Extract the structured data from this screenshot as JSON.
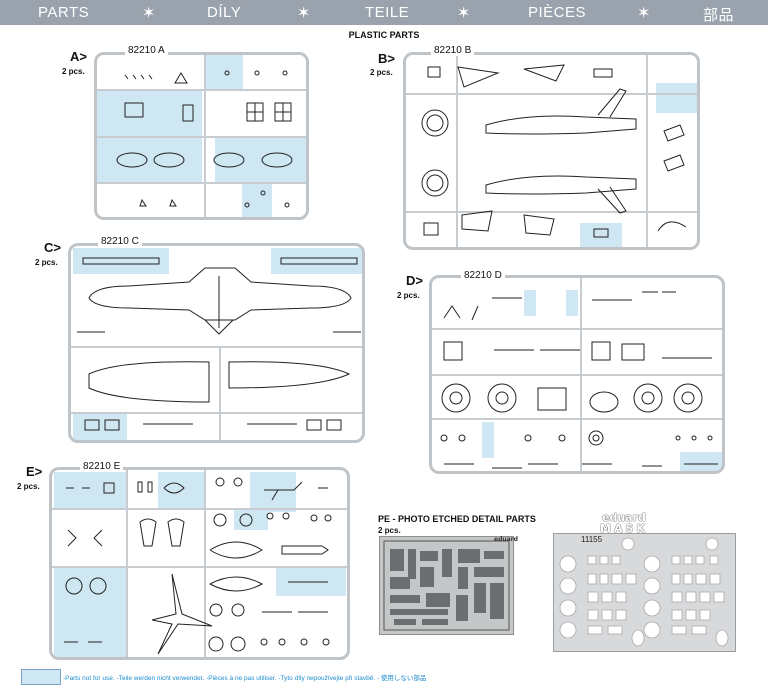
{
  "header": {
    "labels": [
      "PARTS",
      "DÍLY",
      "TEILE",
      "PIÈCES",
      "部品"
    ],
    "separator": "✶"
  },
  "title": "PLASTIC PARTS",
  "sprues": [
    {
      "letter": "A>",
      "qty": "2 pcs.",
      "code": "82210 A"
    },
    {
      "letter": "B>",
      "qty": "2 pcs.",
      "code": "82210 B"
    },
    {
      "letter": "C>",
      "qty": "2 pcs.",
      "code": "82210 C"
    },
    {
      "letter": "D>",
      "qty": "2 pcs.",
      "code": "82210 D"
    },
    {
      "letter": "E>",
      "qty": "2 pcs.",
      "code": "82210 E"
    }
  ],
  "pe": {
    "title": "PE - PHOTO ETCHED DETAIL PARTS",
    "qty": "2 pcs.",
    "brand": "eduard"
  },
  "mask": {
    "brand": "eduard",
    "label": "MASK",
    "code": "11155"
  },
  "footer": {
    "legend_color": "#cfe6f3",
    "text": "-Parts not for use. -Teile werden nicht verwendet. -Pièces à ne pas utiliser. -Tyto díly nepoužívejte při stavbě. -  使用しない部品"
  },
  "colors": {
    "header_bg": "#9aa3ad",
    "frame": "#bfc4c9",
    "not_for_use": "#cfe6f3"
  }
}
